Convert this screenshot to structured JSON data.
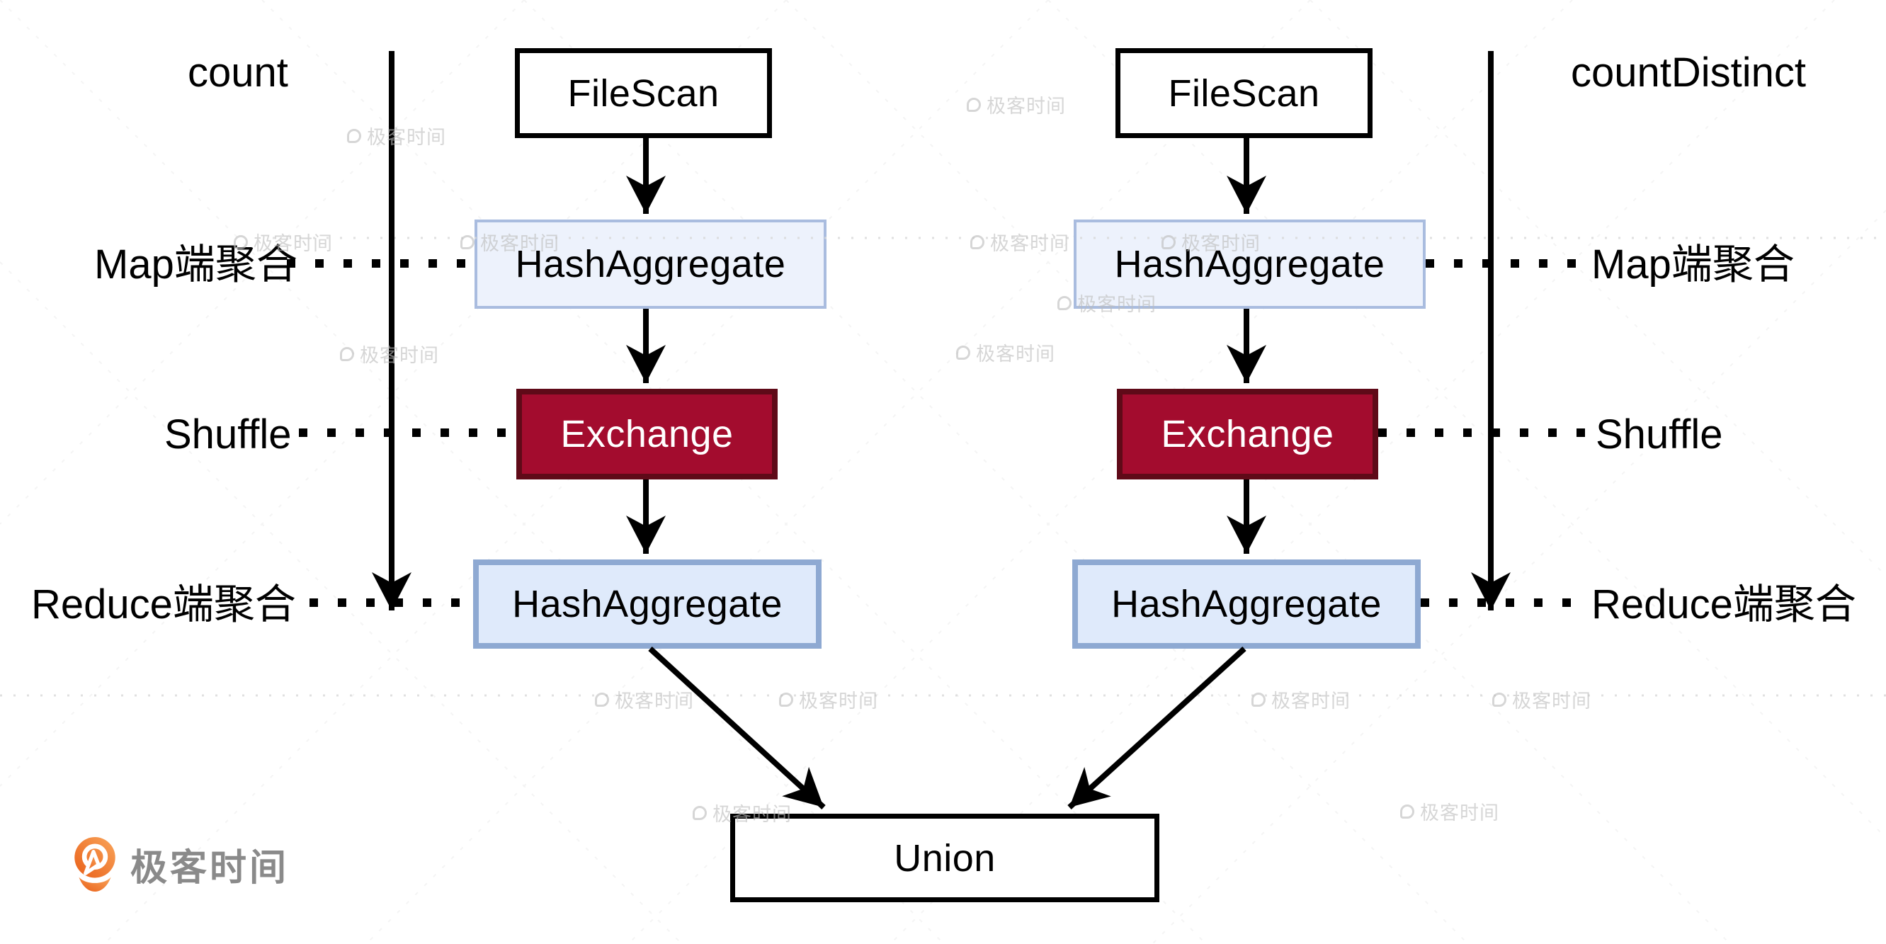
{
  "lanes": {
    "left": "count",
    "right": "countDistinct"
  },
  "stages": {
    "map": "Map端聚合",
    "shuffle": "Shuffle",
    "reduce": "Reduce端聚合"
  },
  "nodes": {
    "filescan": "FileScan",
    "hashaggregate_map": "HashAggregate",
    "exchange": "Exchange",
    "hashaggregate_reduce": "HashAggregate",
    "union": "Union"
  },
  "branding": {
    "logo_text": "极客时间",
    "watermark_text": "极客时间"
  },
  "colors": {
    "node_border": "#000000",
    "exchange_fill": "#a30c2e",
    "exchange_border": "#5f0a18",
    "hash_map_fill": "#edf2fc",
    "hash_map_border": "#a9bcdf",
    "hash_reduce_fill": "#dfeafb",
    "hash_reduce_border": "#8ea9d2",
    "logo_orange_light": "#f9a55b",
    "logo_orange_dark": "#e95f18",
    "logo_text_gray": "#8a8a8a"
  }
}
